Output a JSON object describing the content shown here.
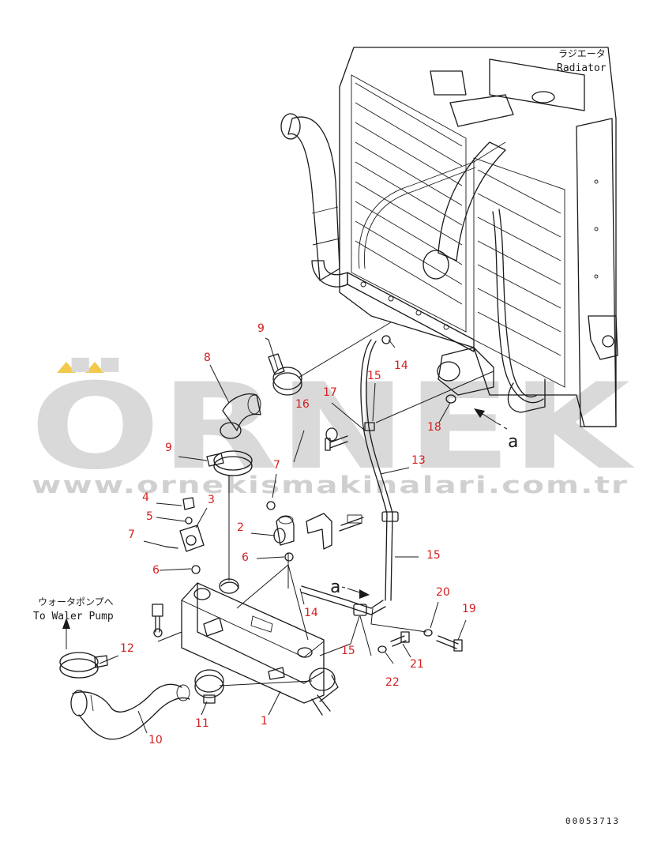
{
  "labels": {
    "radiator_jp": "ラジエータ",
    "radiator_en": "Radiator",
    "pump_jp": "ウォータポンプへ",
    "pump_en": "To Waler Pump",
    "view_a1": "a",
    "view_a2": "a",
    "drawing_no": "00053713"
  },
  "watermark": {
    "brand": "ÖRNEK",
    "url": "www.ornekismakinalari.com.tr"
  },
  "callouts": [
    "1",
    "2",
    "3",
    "4",
    "5",
    "6",
    "6",
    "7",
    "7",
    "8",
    "9",
    "9",
    "10",
    "11",
    "12",
    "13",
    "14",
    "14",
    "15",
    "15",
    "15",
    "16",
    "17",
    "18",
    "19",
    "20",
    "21",
    "22"
  ],
  "colors": {
    "callout": "#d42020",
    "linework": "#1a1a1a",
    "watermark": "#d9d9d9",
    "watermark_accent": "#f2c94c"
  }
}
